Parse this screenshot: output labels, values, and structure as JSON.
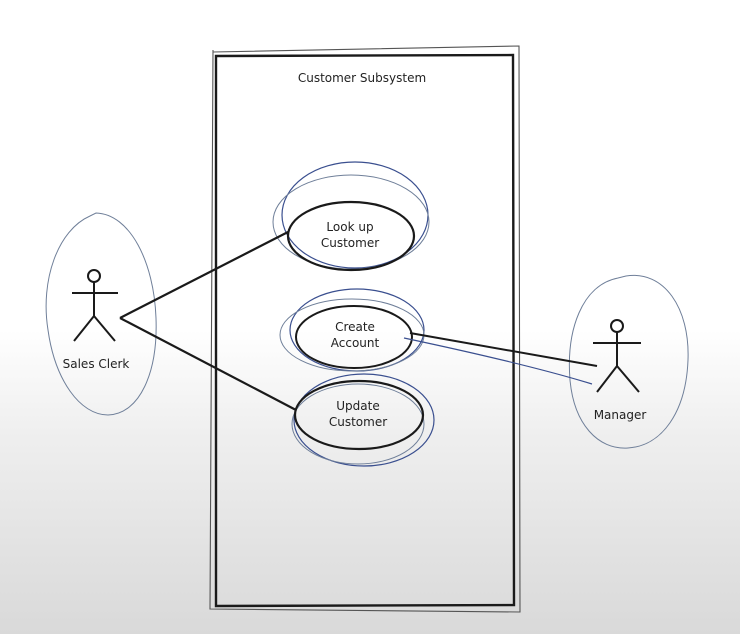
{
  "diagram": {
    "type": "use-case",
    "system": {
      "title": "Customer Subsystem"
    },
    "use_cases": [
      {
        "id": "lookup",
        "lines": [
          "Look up",
          "Customer"
        ]
      },
      {
        "id": "create",
        "lines": [
          "Create",
          "Account"
        ]
      },
      {
        "id": "update",
        "lines": [
          "Update",
          "Customer"
        ]
      }
    ],
    "actors": [
      {
        "id": "sales",
        "label": "Sales Clerk"
      },
      {
        "id": "manager",
        "label": "Manager"
      }
    ],
    "associations": [
      {
        "from": "sales",
        "to": "lookup"
      },
      {
        "from": "sales",
        "to": "update"
      },
      {
        "from": "manager",
        "to": "create"
      }
    ],
    "colors": {
      "ink": "#1a1a1a",
      "pen_blue": "#3a4f8f",
      "pen_grey": "#6f7f99",
      "background_top": "#ffffff",
      "background_bottom": "#d9d9d9"
    }
  }
}
